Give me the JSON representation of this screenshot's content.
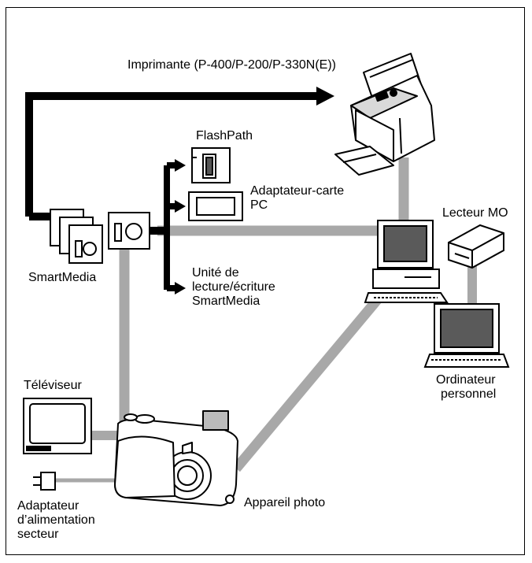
{
  "labels": {
    "printer": "Imprimante (P-400/P-200/P-330N(E))",
    "flashpath": "FlashPath",
    "pc_card_line1": "Adaptateur-carte",
    "pc_card_line2": "PC",
    "reader_line1": "Unité de",
    "reader_line2": "lecture/écriture",
    "reader_line3": "SmartMedia",
    "smartmedia": "SmartMedia",
    "mo_drive": "Lecteur MO",
    "computer_line1": "Ordinateur",
    "computer_line2": "personnel",
    "tv": "Téléviseur",
    "camera": "Appareil photo",
    "ac_line1": "Adaptateur",
    "ac_line2": "d’alimentation",
    "ac_line3": "secteur"
  },
  "colors": {
    "connection": "#a8a8a8",
    "arrow": "#000000",
    "screen": "#5a5a5a"
  }
}
